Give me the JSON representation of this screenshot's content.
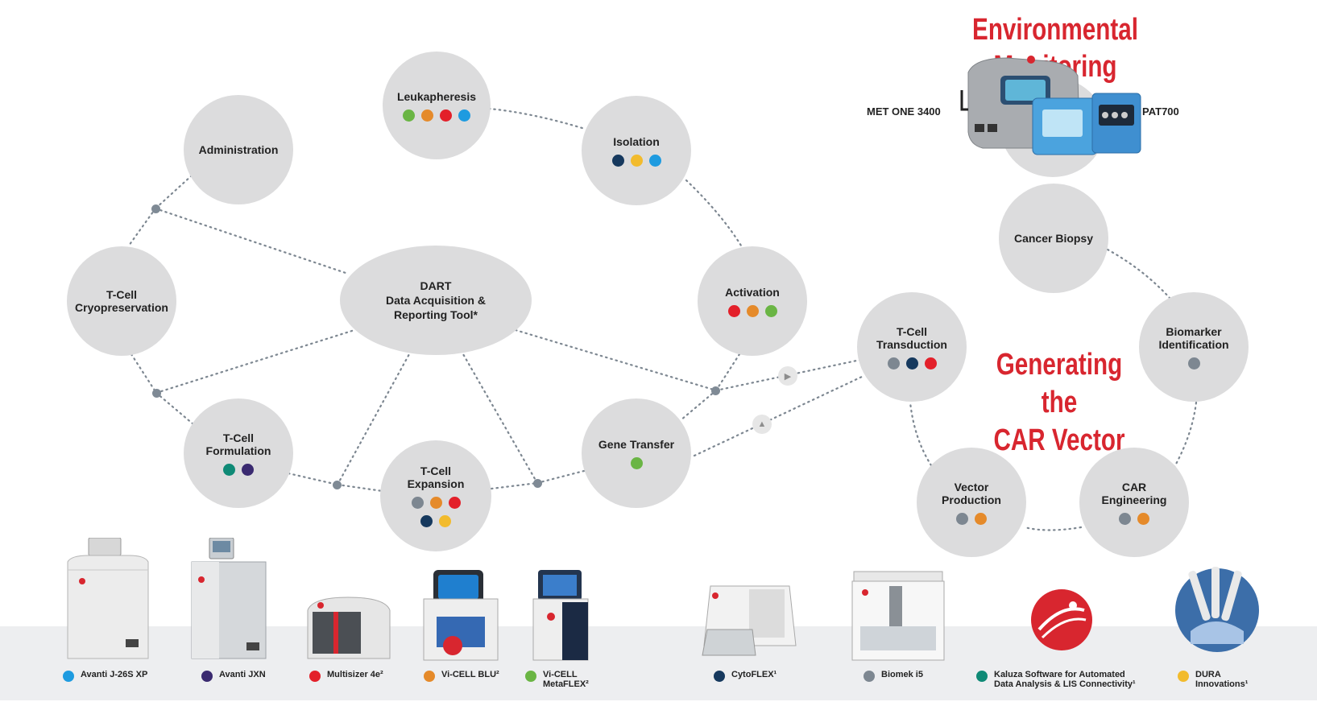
{
  "colors": {
    "blue": "#1e9be0",
    "purple": "#3a2a70",
    "red": "#e3202a",
    "orange": "#e58a2a",
    "green": "#6ab544",
    "navy": "#16395e",
    "gray": "#7d8791",
    "teal": "#0f8a76",
    "yellow": "#f2bb2d",
    "headline": "#d8262f",
    "node": "#dcdcdd"
  },
  "headings": {
    "environmental": "Environmental Monitoring",
    "car_vector": "Generating the\nCAR Vector"
  },
  "instrument_labels": {
    "met_one": "MET ONE 3400",
    "pat700": "PAT700"
  },
  "nodes": {
    "leukapheresis": {
      "label": "Leukapheresis",
      "dots": [
        "green",
        "orange",
        "red",
        "blue"
      ]
    },
    "administration": {
      "label": "Administration",
      "dots": []
    },
    "isolation": {
      "label": "Isolation",
      "dots": [
        "navy",
        "yellow",
        "blue"
      ]
    },
    "cryopreservation": {
      "label": "T-Cell\nCryopreservation",
      "dots": []
    },
    "dart": {
      "label": "DART\nData Acquisition &\nReporting Tool*",
      "dots": []
    },
    "activation": {
      "label": "Activation",
      "dots": [
        "red",
        "orange",
        "green"
      ]
    },
    "formulation": {
      "label": "T-Cell\nFormulation",
      "dots": [
        "teal",
        "purple"
      ]
    },
    "expansion": {
      "label": "T-Cell\nExpansion",
      "dots": [
        "gray",
        "orange",
        "red",
        "navy",
        "yellow"
      ]
    },
    "gene_transfer": {
      "label": "Gene Transfer",
      "dots": [
        "green"
      ]
    },
    "transduction": {
      "label": "T-Cell\nTransduction",
      "dots": [
        "gray",
        "navy",
        "red"
      ]
    },
    "cancer_biopsy": {
      "label": "Cancer Biopsy",
      "dots": []
    },
    "biomarker": {
      "label": "Biomarker\nIdentification",
      "dots": [
        "gray"
      ]
    },
    "vector_production": {
      "label": "Vector\nProduction",
      "dots": [
        "gray",
        "orange"
      ]
    },
    "car_engineering": {
      "label": "CAR\nEngineering",
      "dots": [
        "gray",
        "orange"
      ]
    }
  },
  "legend": [
    {
      "label": "Avanti J-26S XP",
      "color": "blue"
    },
    {
      "label": "Avanti JXN",
      "color": "purple"
    },
    {
      "label": "Multisizer 4e²",
      "color": "red"
    },
    {
      "label": "Vi-CELL BLU²",
      "color": "orange"
    },
    {
      "label": "Vi-CELL\nMetaFLEX²",
      "color": "green"
    },
    {
      "label": "CytoFLEX¹",
      "color": "navy"
    },
    {
      "label": "Biomek i5",
      "color": "gray"
    },
    {
      "label": "Kaluza Software for Automated\nData Analysis & LIS Connectivity¹",
      "color": "teal"
    },
    {
      "label": "DURA\nInnovations¹",
      "color": "yellow"
    }
  ]
}
